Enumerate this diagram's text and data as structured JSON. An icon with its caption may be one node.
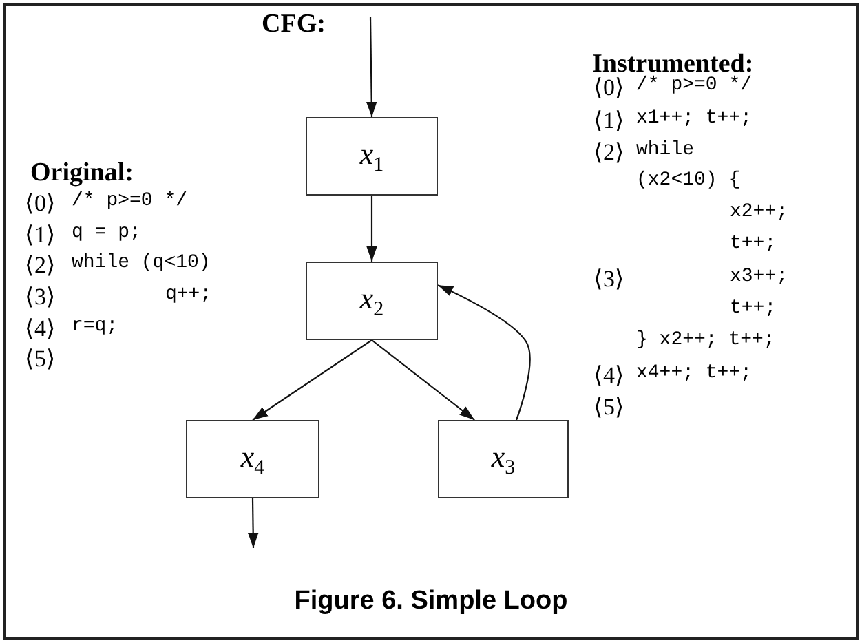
{
  "diagram": {
    "caption": "Figure 6. Simple Loop",
    "nodes": [
      {
        "text": [
          "*x*$_{1}$"
        ]
      },
      {
        "text": [
          "*x*$_{2}$"
        ]
      },
      {
        "text": [
          "*x*$_{4}$"
        ]
      },
      {
        "text": [
          "*x*$_{3}$"
        ]
      }
    ],
    "edges": [
      {
        "from": null,
        "to": 0,
        "arrow": "to"
      },
      {
        "from": 0,
        "to": 1,
        "arrow": "to"
      },
      {
        "from": 1,
        "to": 2,
        "arrow": "to"
      },
      {
        "from": 1,
        "to": 3,
        "arrow": "to"
      },
      {
        "from": 3,
        "to": 1,
        "arrow": "to"
      },
      {
        "from": 2,
        "to": null,
        "arrow": "to"
      }
    ],
    "labels": [
      "CFG:",
      "Instrumented:",
      "⟨0⟩",
      "/* p>=0 */",
      "⟨1⟩",
      "x1++; t++;",
      "Original:",
      "⟨2⟩",
      "while",
      "⟨0⟩",
      "/* p>=0 */",
      "(x2<10) {",
      "⟨1⟩",
      "q = p;",
      "x2++;",
      "⟨2⟩",
      "while (q<10)",
      "t++;",
      "⟨3⟩",
      "q++;",
      "⟨3⟩",
      "x3++;",
      "⟨4⟩",
      "r=q;",
      "t++;",
      "⟨5⟩",
      "} x2++; t++;",
      "⟨4⟩",
      "x4++; t++;",
      "⟨5⟩"
    ]
  }
}
